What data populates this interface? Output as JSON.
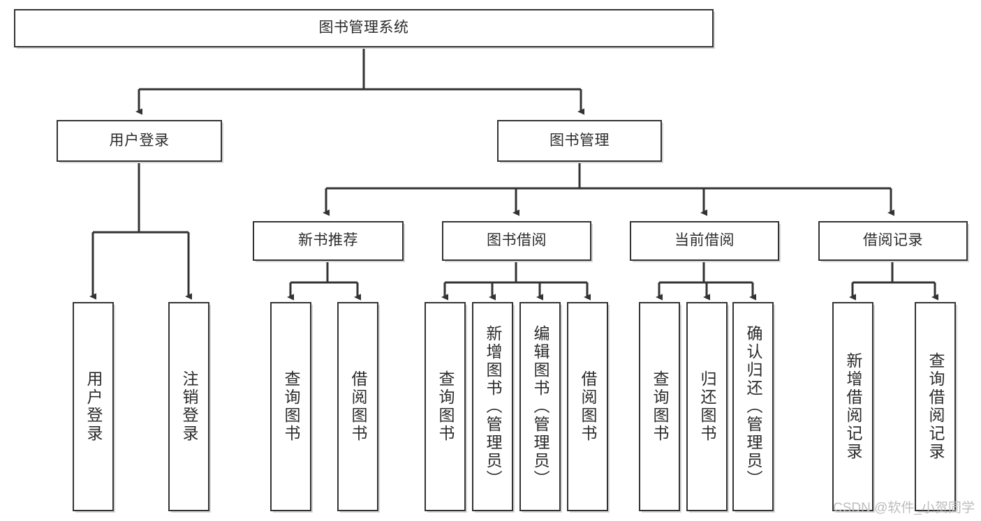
{
  "diagram": {
    "title": "图书管理系统",
    "colors": {
      "background": "#ffffff",
      "node_border": "#333333",
      "node_fill": "#ffffff",
      "edge": "#333333",
      "text": "#2b2b2b",
      "watermark": "#bdbdbd"
    },
    "root": {
      "label": "图书管理系统"
    },
    "level2": [
      {
        "label": "用户登录"
      },
      {
        "label": "图书管理"
      }
    ],
    "level3": [
      {
        "label": "新书推荐"
      },
      {
        "label": "图书借阅"
      },
      {
        "label": "当前借阅"
      },
      {
        "label": "借阅记录"
      }
    ],
    "leaves": {
      "user_login": [
        {
          "label": "用户登录"
        },
        {
          "label": "注销登录"
        }
      ],
      "new_book_recommend": [
        {
          "label": "查询图书"
        },
        {
          "label": "借阅图书"
        }
      ],
      "book_borrow": [
        {
          "label": "查询图书"
        },
        {
          "label": "新增图书（管理员）"
        },
        {
          "label": "编辑图书（管理员）"
        },
        {
          "label": "借阅图书"
        }
      ],
      "current_borrow": [
        {
          "label": "查询图书"
        },
        {
          "label": "归还图书"
        },
        {
          "label": "确认归还（管理员）"
        }
      ],
      "borrow_record": [
        {
          "label": "新增借阅记录"
        },
        {
          "label": "查询借阅记录"
        }
      ]
    }
  },
  "watermark": {
    "text": "CSDN @软件_小贺同学"
  }
}
